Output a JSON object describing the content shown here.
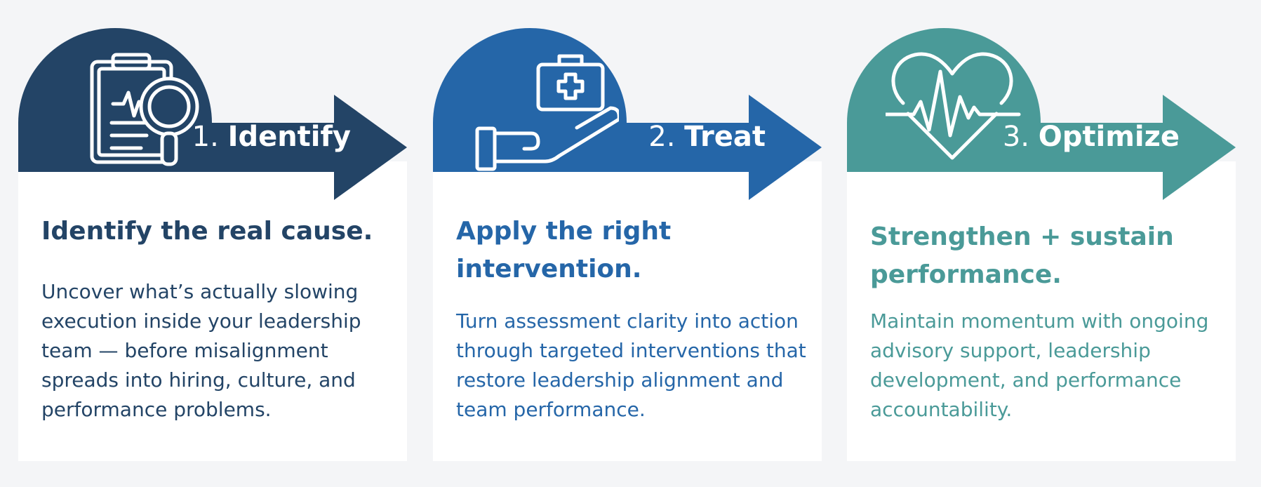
{
  "colors": {
    "step1": "#234466",
    "step2": "#2566a8",
    "step3": "#4a9a98"
  },
  "steps": [
    {
      "number": "1.",
      "name": "Identify",
      "icon": "clipboard-magnifier-icon",
      "heading": "Identify the real cause.",
      "body": "Uncover what’s actually slowing execution inside your leadership team — before misalignment spreads into hiring, culture, and performance problems."
    },
    {
      "number": "2.",
      "name": "Treat",
      "icon": "medical-kit-hand-icon",
      "heading": "Apply the right intervention.",
      "body": "Turn assessment clarity into action through targeted interventions that restore leadership alignment and team performance."
    },
    {
      "number": "3.",
      "name": "Optimize",
      "icon": "heartbeat-heart-icon",
      "heading": "Strengthen + sustain performance.",
      "body": "Maintain momentum with ongoing advisory support, leadership development, and performance accountability."
    }
  ]
}
